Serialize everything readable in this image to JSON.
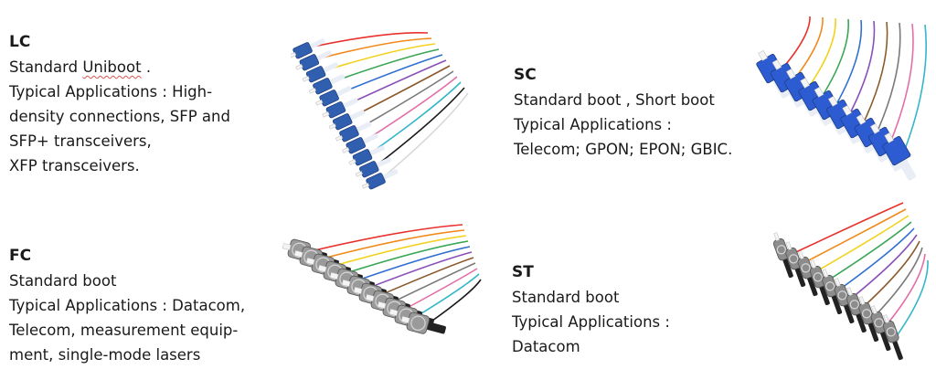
{
  "sections": [
    {
      "id": "lc",
      "title": "LC",
      "lines": [
        {
          "text": "Standard ",
          "flagged": "Uniboot",
          "after": " ."
        },
        {
          "text": "Typical Applications : High-"
        },
        {
          "text": "density connections, SFP and"
        },
        {
          "text": "SFP+ transceivers,"
        },
        {
          "text": "XFP transceivers."
        }
      ],
      "connector_color": "#2f5fae",
      "image_icon": "lc-connector-pigtail-bundle-icon"
    },
    {
      "id": "sc",
      "title": "SC",
      "lines": [
        {
          "text": "Standard boot ,   Short boot"
        },
        {
          "text": "Typical Applications :"
        },
        {
          "text": "Telecom; GPON; EPON; GBIC."
        }
      ],
      "connector_color": "#2d5bd2",
      "image_icon": "sc-connector-pigtail-bundle-icon"
    },
    {
      "id": "fc",
      "title": "FC",
      "lines": [
        {
          "text": "Standard boot"
        },
        {
          "text": "Typical Applications : Datacom,"
        },
        {
          "text": "Telecom, measurement equip-"
        },
        {
          "text": "ment, single-mode lasers"
        }
      ],
      "connector_color": "#9a9a9a",
      "image_icon": "fc-connector-pigtail-bundle-icon"
    },
    {
      "id": "st",
      "title": "ST",
      "lines": [
        {
          "text": "Standard boot"
        },
        {
          "text": "Typical Applications :"
        },
        {
          "text": "Datacom"
        }
      ],
      "connector_color": "#8c8c8c",
      "image_icon": "st-connector-pigtail-bundle-icon"
    }
  ],
  "fiber_colors": [
    "#e8312d",
    "#f08a1c",
    "#f2d21f",
    "#3aa655",
    "#2f6fd0",
    "#8a4fb8",
    "#8b5a2b",
    "#7a7a7a",
    "#e46fa8",
    "#35b6c9",
    "#1a1a1a",
    "#d9d9d9"
  ]
}
